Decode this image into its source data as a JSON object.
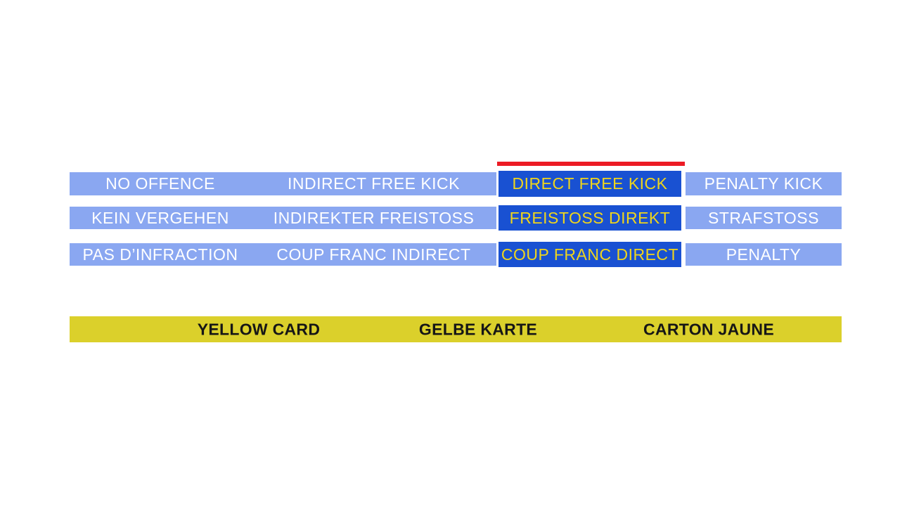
{
  "colors": {
    "light_blue": "#8AA7F1",
    "dark_blue": "#1951D2",
    "selection_red": "#EC1B24",
    "card_yellow": "#DBD02B",
    "highlight_text_yellow": "#EFD51C",
    "row_text_white": "#FFFFFF",
    "card_text_black": "#161616"
  },
  "grid": {
    "selected_column_index": 2,
    "rows": [
      {
        "language": "english",
        "cells": [
          "NO OFFENCE",
          "INDIRECT FREE KICK",
          "DIRECT FREE KICK",
          "PENALTY KICK"
        ]
      },
      {
        "language": "german",
        "cells": [
          "KEIN VERGEHEN",
          "INDIREKTER FREISTOSS",
          "FREISTOSS DIREKT",
          "STRAFSTOSS"
        ]
      },
      {
        "language": "french",
        "cells": [
          "PAS D’INFRACTION",
          "COUP FRANC INDIRECT",
          "COUP FRANC DIRECT",
          "PENALTY"
        ]
      }
    ]
  },
  "card_bar": {
    "items": [
      "YELLOW CARD",
      "GELBE KARTE",
      "CARTON JAUNE"
    ]
  }
}
